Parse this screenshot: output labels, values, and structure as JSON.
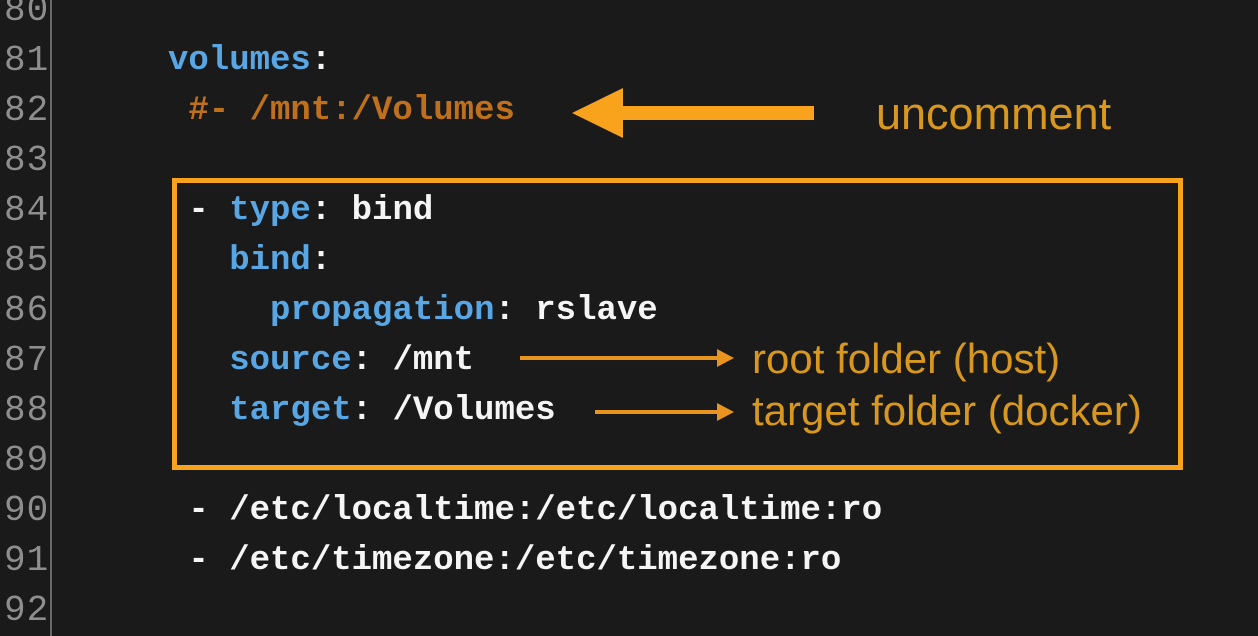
{
  "editor": {
    "background": "#1a1a1a",
    "gutter_color": "#8e8e8e",
    "divider_color": "#6a6a6a",
    "token_colors": {
      "key": "#58a6e3",
      "plain": "#f5f5f5",
      "comment": "#bf701c"
    },
    "lines": [
      {
        "number": "80",
        "tokens": []
      },
      {
        "number": "81",
        "tokens": [
          {
            "type": "key",
            "text": "volumes"
          },
          {
            "type": "plain",
            "text": ":"
          }
        ]
      },
      {
        "number": "82",
        "tokens": [
          {
            "type": "comment",
            "text": " #- /mnt:/Volumes"
          }
        ]
      },
      {
        "number": "83",
        "tokens": []
      },
      {
        "number": "84",
        "tokens": [
          {
            "type": "plain",
            "text": " - "
          },
          {
            "type": "key",
            "text": "type"
          },
          {
            "type": "plain",
            "text": ": bind"
          }
        ]
      },
      {
        "number": "85",
        "tokens": [
          {
            "type": "plain",
            "text": "   "
          },
          {
            "type": "key",
            "text": "bind"
          },
          {
            "type": "plain",
            "text": ":"
          }
        ]
      },
      {
        "number": "86",
        "tokens": [
          {
            "type": "plain",
            "text": "     "
          },
          {
            "type": "key",
            "text": "propagation"
          },
          {
            "type": "plain",
            "text": ": rslave"
          }
        ]
      },
      {
        "number": "87",
        "tokens": [
          {
            "type": "plain",
            "text": "   "
          },
          {
            "type": "key",
            "text": "source"
          },
          {
            "type": "plain",
            "text": ": /mnt"
          }
        ]
      },
      {
        "number": "88",
        "tokens": [
          {
            "type": "plain",
            "text": "   "
          },
          {
            "type": "key",
            "text": "target"
          },
          {
            "type": "plain",
            "text": ": /Volumes"
          }
        ]
      },
      {
        "number": "89",
        "tokens": []
      },
      {
        "number": "90",
        "tokens": [
          {
            "type": "plain",
            "text": " - /etc/localtime:/etc/localtime:ro"
          }
        ]
      },
      {
        "number": "91",
        "tokens": [
          {
            "type": "plain",
            "text": " - /etc/timezone:/etc/timezone:ro"
          }
        ]
      },
      {
        "number": "92",
        "tokens": []
      }
    ]
  },
  "annotations": {
    "box_color": "#f9a21b",
    "arrow_color_bright": "#f9a21b",
    "arrow_color_thin": "#e8941f",
    "label_color": "#d8981f",
    "uncomment_label": "uncomment",
    "source_label": "root folder (host)",
    "target_label": "target folder (docker)"
  }
}
